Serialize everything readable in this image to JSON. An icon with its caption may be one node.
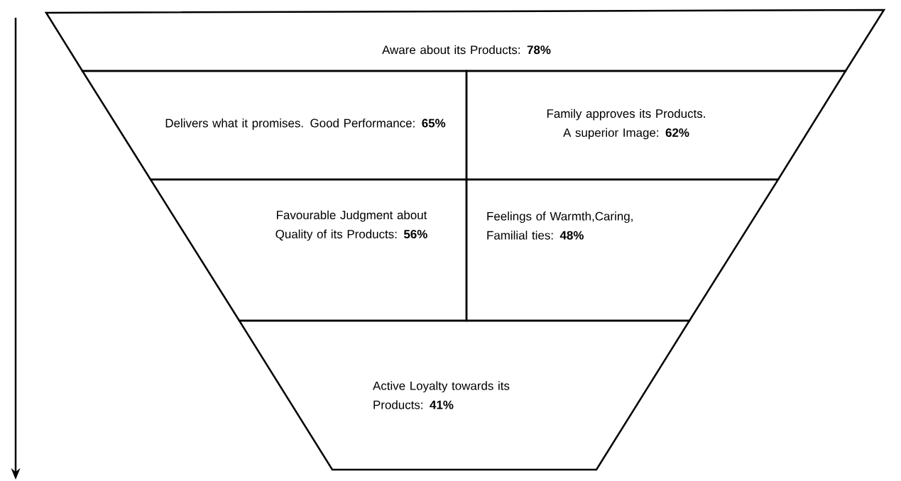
{
  "diagram": {
    "nodes": [
      {
        "text": [
          "Aware about its Products: **78%**"
        ]
      },
      {
        "text": [
          "Delivers what it promises. Good Performance: **65%**"
        ]
      },
      {
        "text": [
          "Family approves its Products. A superior Image: **62%**"
        ]
      },
      {
        "text": [
          "Favourable Judgment about Quality of its Products: **56%**"
        ]
      },
      {
        "text": [
          "Feelings of Warmth,Caring, Familial ties: **48%**"
        ]
      },
      {
        "text": [
          "Active Loyalty towards its Products: **41%**"
        ]
      }
    ],
    "edges": []
  }
}
